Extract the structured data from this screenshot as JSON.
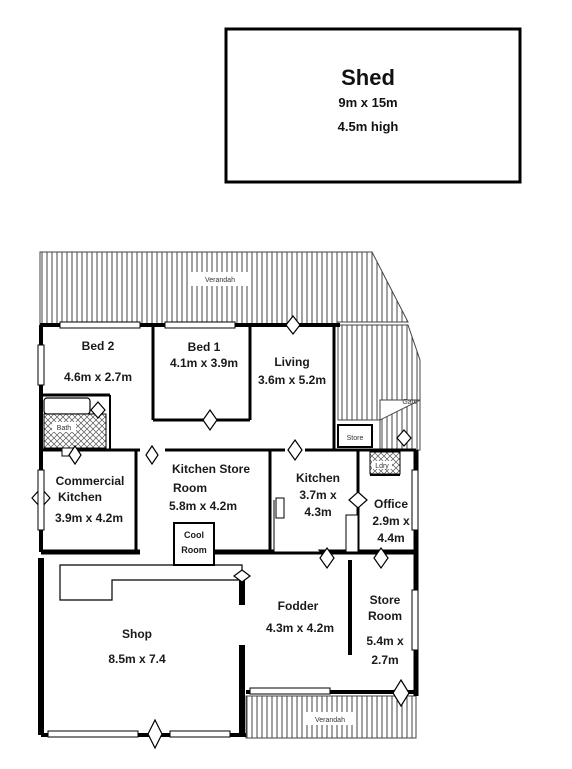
{
  "shed": {
    "title": "Shed",
    "size": "9m x 15m",
    "height": "4.5m high"
  },
  "verandah_top": "Verandah",
  "verandah_bottom": "Verandah",
  "rooms": {
    "bed2": {
      "name": "Bed 2",
      "size": "4.6m x 2.7m"
    },
    "bed1": {
      "name": "Bed 1",
      "size": "4.1m x 3.9m"
    },
    "living": {
      "name": "Living",
      "size": "3.6m x 5.2m"
    },
    "commercial_kitchen": {
      "name1": "Commercial",
      "name2": "Kitchen",
      "size": "3.9m x 4.2m"
    },
    "kitchen_store": {
      "name1": "Kitchen Store",
      "name2": "Room",
      "size": "5.8m x 4.2m"
    },
    "kitchen": {
      "name": "Kitchen",
      "size1": "3.7m x",
      "size2": "4.3m"
    },
    "office": {
      "name": "Office",
      "size1": "2.9m x",
      "size2": "4.4m"
    },
    "cool_room": {
      "name1": "Cool",
      "name2": "Room"
    },
    "shop": {
      "name": "Shop",
      "size": "8.5m x 7.4"
    },
    "fodder": {
      "name": "Fodder",
      "size": "4.3m x 4.2m"
    },
    "store_room": {
      "name1": "Store",
      "name2": "Room",
      "size1": "5.4m x",
      "size2": "2.7m"
    },
    "bath": "Bath",
    "store": "Store",
    "gate": "Gate",
    "ldry": "Ldry"
  }
}
